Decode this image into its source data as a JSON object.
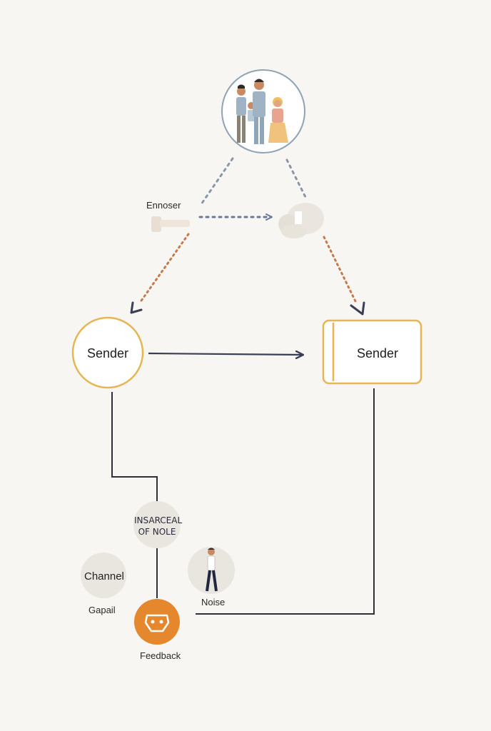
{
  "diagram": {
    "encoder_label": "Ennoser",
    "sender_left_label": "Sender",
    "sender_right_label": "Sender",
    "insarcecal_line1": "INSARCEAL",
    "insarcecal_line2": "OF NOLE",
    "channel_label": "Channel",
    "gapail_label": "Gapail",
    "noise_label": "Noise",
    "feedback_label": "Feedback"
  },
  "colors": {
    "gold_border": "#e6b655",
    "orange": "#e5882d",
    "line_dark": "#3a3f55",
    "dotted_blue": "#6a7a9c",
    "dotted_orange": "#c57b4b",
    "circle_fill": "#e9e6df"
  }
}
